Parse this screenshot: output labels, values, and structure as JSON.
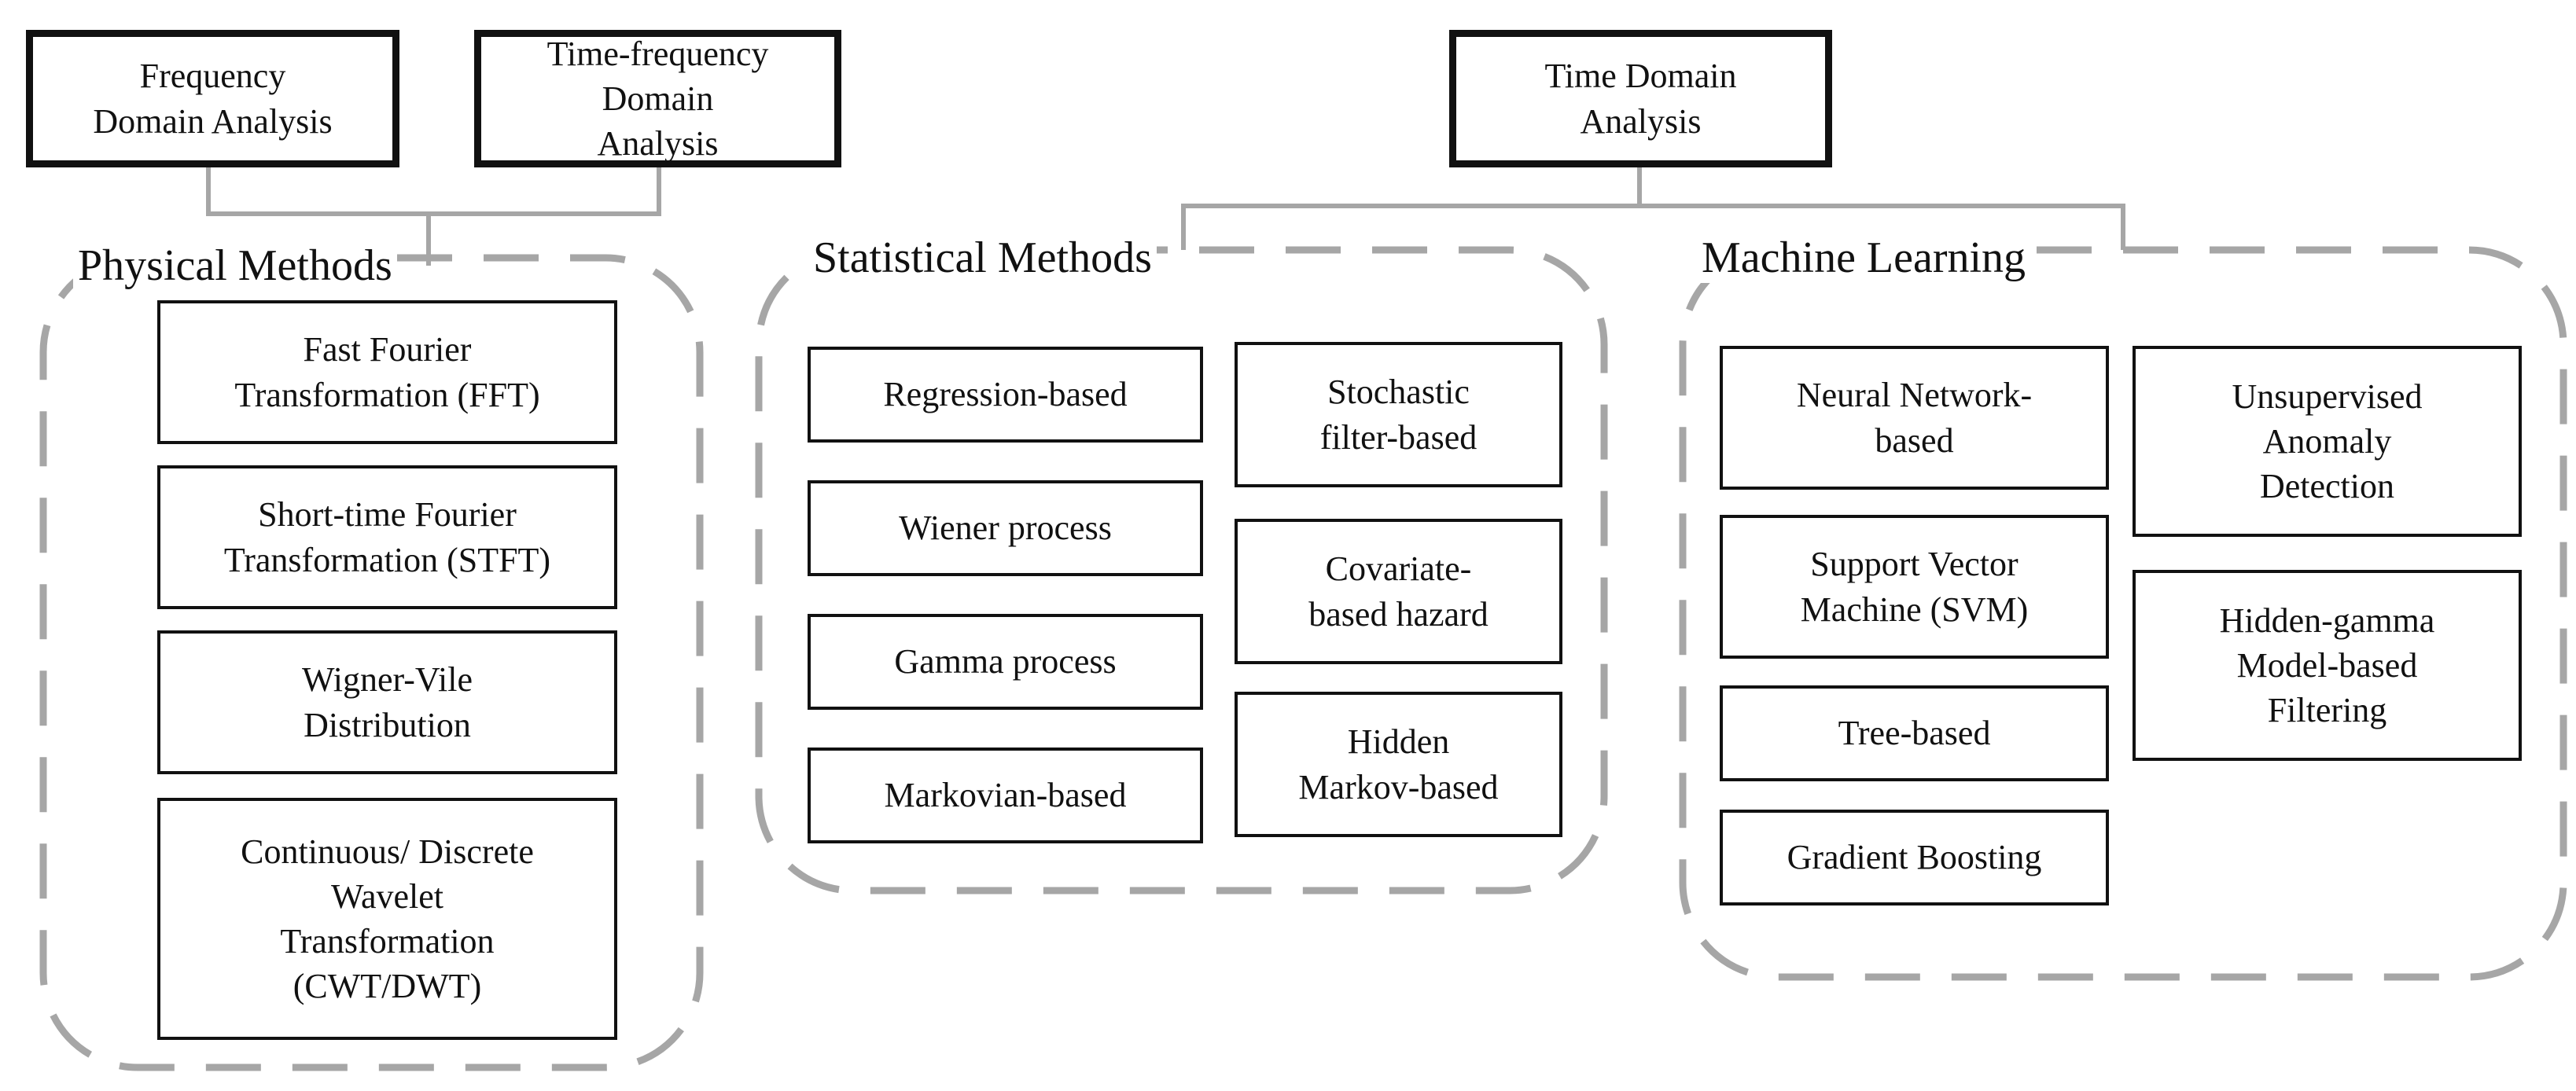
{
  "headers": {
    "frequency": "Frequency\nDomain Analysis",
    "time_frequency": "Time-frequency\nDomain\nAnalysis",
    "time": "Time Domain\nAnalysis"
  },
  "groups": {
    "physical": {
      "label": "Physical Methods",
      "items": [
        "Fast Fourier\nTransformation (FFT)",
        "Short-time Fourier\nTransformation (STFT)",
        "Wigner-Vile\nDistribution",
        "Continuous/ Discrete\nWavelet\nTransformation\n(CWT/DWT)"
      ]
    },
    "statistical": {
      "label": "Statistical Methods",
      "items": [
        "Regression-based",
        "Wiener process",
        "Gamma process",
        "Markovian-based",
        "Stochastic\nfilter-based",
        "Covariate-\nbased hazard",
        "Hidden\nMarkov-based"
      ]
    },
    "machine_learning": {
      "label": "Machine Learning",
      "items": [
        "Neural Network-\nbased",
        "Support Vector\nMachine (SVM)",
        "Tree-based",
        "Gradient Boosting",
        "Unsupervised\nAnomaly\nDetection",
        "Hidden-gamma\nModel-based\nFiltering"
      ]
    }
  }
}
